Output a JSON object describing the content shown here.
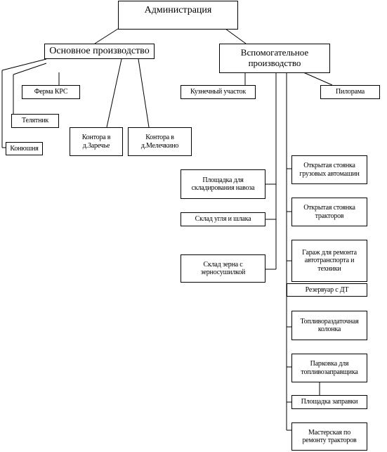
{
  "nodes": {
    "admin": "Администрация",
    "main_production": "Основное производство",
    "auxiliary_production": "Вспомогательное производство",
    "ferma_krs": "Ферма КРС",
    "telyatnik": "Телятник",
    "konyushnya": "Конюшня",
    "kontora_zarechye": "Контора в д.Заречье",
    "kontora_melechkino": "Контора в д.Мелечкино",
    "kuznechny": "Кузнечный участок",
    "pilorama": "Пилорама",
    "ploshchadka_navoza": "Площадка для складирования навоза",
    "sklad_uglya": "Склад угля и шлака",
    "sklad_zerna": "Склад зерна с зерносушилкой",
    "stoyanka_gruzovyh": "Открытая стоянка грузовых автомашин",
    "stoyanka_traktorov": "Открытая стоянка тракторов",
    "garazh": "Гараж для ремонта автотранспорта и техники",
    "rezervuar": "Резервуар с ДТ",
    "toplivorazdatochnaya": "Топливораздаточная колонка",
    "parkovka": "Парковка для топливозаправщика",
    "ploshchadka_zapravki": "Площадка заправки",
    "masterskaya": "Мастерская по ремонту тракторов"
  }
}
